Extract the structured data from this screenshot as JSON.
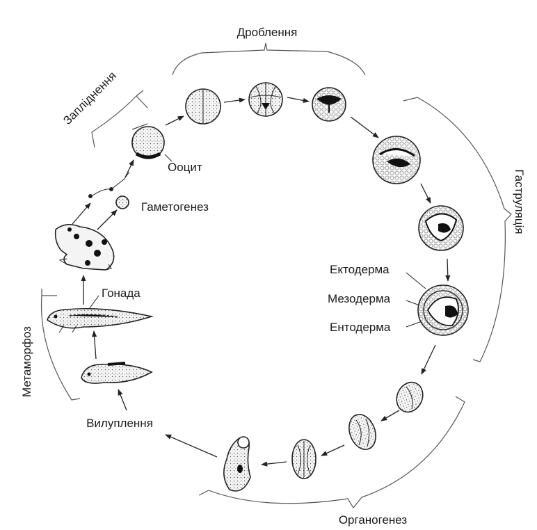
{
  "stages": {
    "cleavage": "Дроблення",
    "fertilization": "Запліднення",
    "gastrulation": "Гаструляція",
    "organogenesis": "Органогенез",
    "metamorphosis": "Метаморфоз",
    "hatching": "Вилуплення",
    "gametogenesis": "Гаметогенез"
  },
  "labels": {
    "oocyte": "Ооцит",
    "gonad": "Гонада",
    "ectoderm": "Ектодерма",
    "mesoderm": "Мезодерма",
    "endoderm": "Ентодерма"
  }
}
